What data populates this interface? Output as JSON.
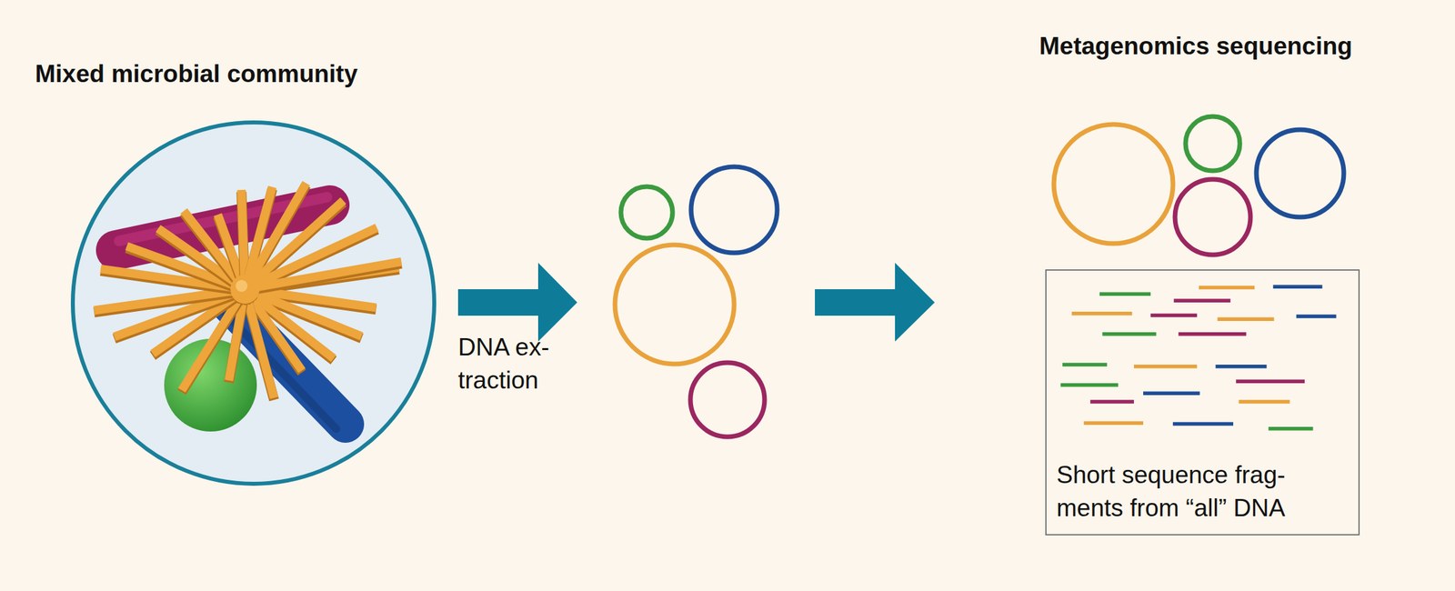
{
  "diagram": {
    "nodes": [
      {
        "text": [
          "Mixed microbial community"
        ]
      },
      {
        "text": [
          "Short sequence frag- ments from “all” DNA"
        ]
      }
    ],
    "labels": [
      "DNA ex- traction",
      "Metagenomics sequencing"
    ]
  }
}
